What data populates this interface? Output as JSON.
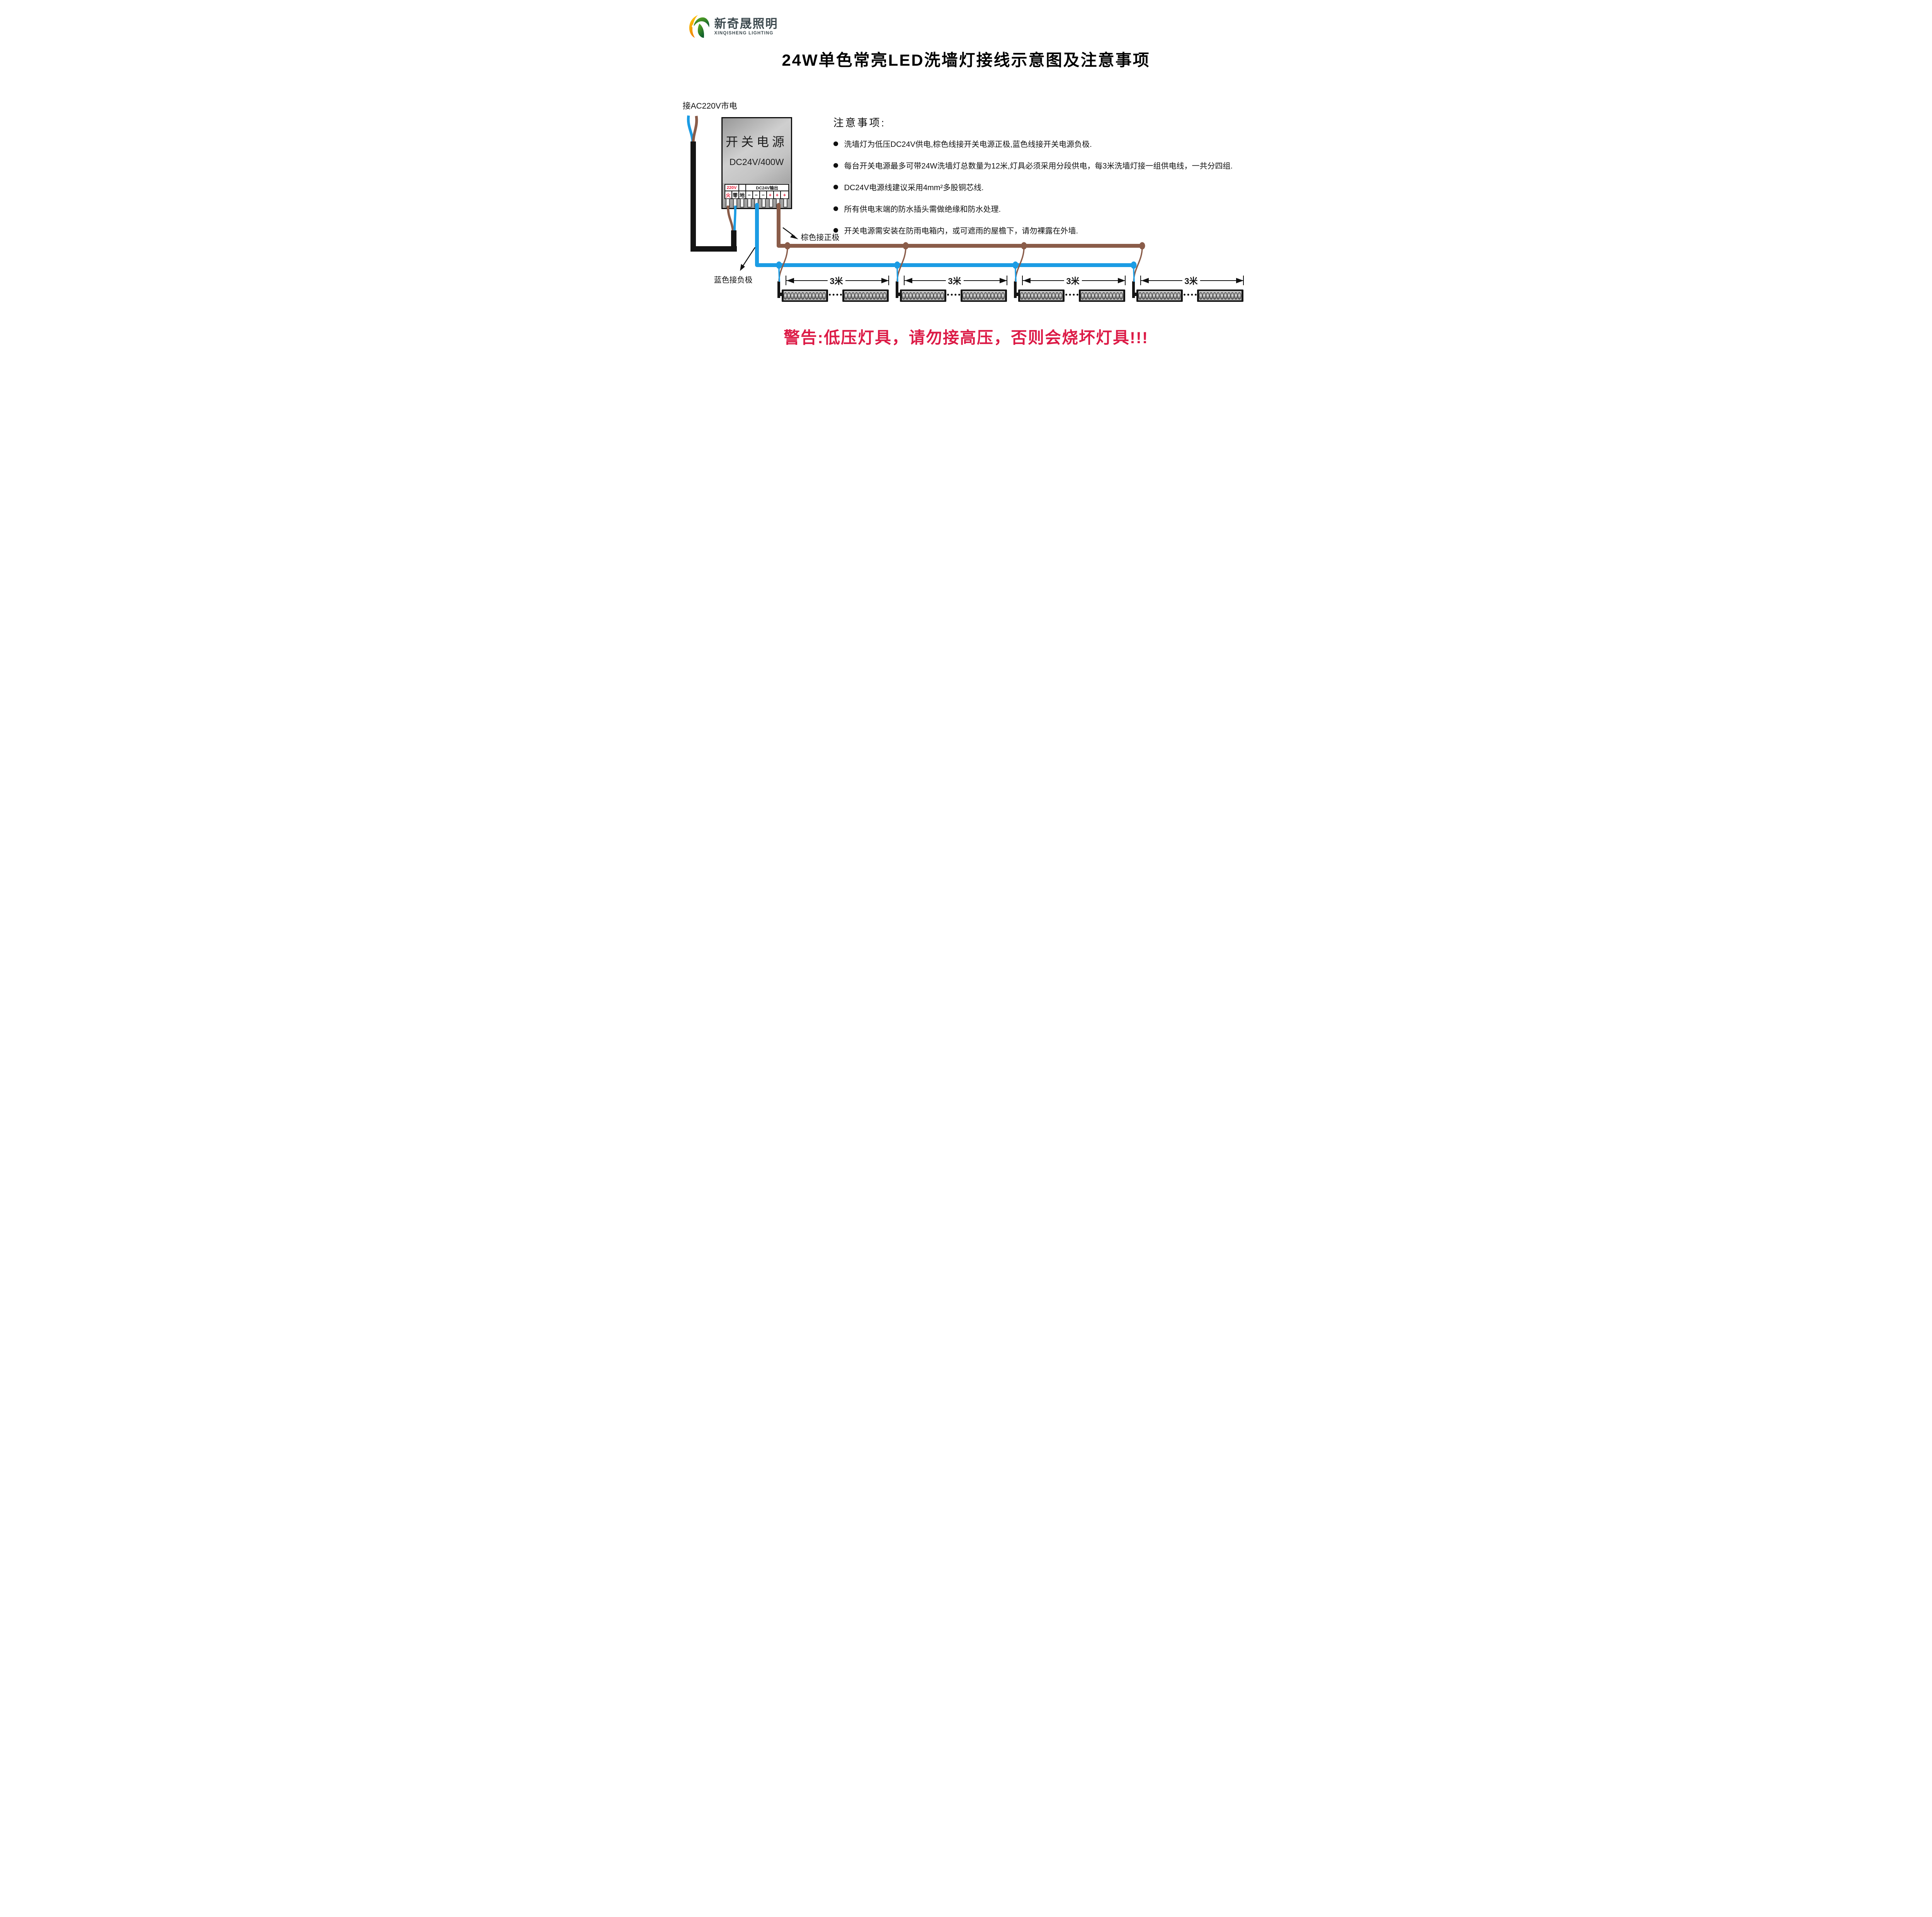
{
  "logo": {
    "name_cn": "新奇晟照明",
    "name_en": "XINQISHENG LIGHTING"
  },
  "title": "24W单色常亮LED洗墙灯接线示意图及注意事项",
  "diagram": {
    "ac_input_label": "接AC220V市电",
    "psu": {
      "name": "开关电源",
      "spec": "DC24V/400W",
      "input_group_label": "220V",
      "output_group_label": "DC24V输出",
      "terminals": [
        "火",
        "零",
        "地",
        "−",
        "−",
        "−",
        "+",
        "+",
        "+"
      ],
      "red_terminal_indexes": [
        0,
        6,
        7,
        8
      ]
    },
    "positive_wire_label": "棕色接正极",
    "negative_wire_label": "蓝色接负极",
    "segment_length_label": "3米",
    "group_count": 4,
    "bars_per_group": 2,
    "leds_per_bar": 12,
    "colors": {
      "positive_wire": "#8a5c49",
      "negative_wire": "#1b9ce4",
      "terminal_red": "#e8112d",
      "warning_red": "#dc1a46"
    }
  },
  "notes": {
    "heading": "注意事项:",
    "items": [
      "洗墙灯为低压DC24V供电,棕色线接开关电源正极,蓝色线接开关电源负极.",
      "每台开关电源最多可带24W洗墙灯总数量为12米,灯具必须采用分段供电，每3米洗墙灯接一组供电线，一共分四组.",
      "DC24V电源线建议采用4mm²多股铜芯线.",
      "所有供电末端的防水插头需做绝缘和防水处理.",
      "开关电源需安装在防雨电箱内，或可遮雨的屋檐下，请勿裸露在外墙."
    ]
  },
  "warning": "警告:低压灯具，请勿接高压，否则会烧坏灯具!!!"
}
